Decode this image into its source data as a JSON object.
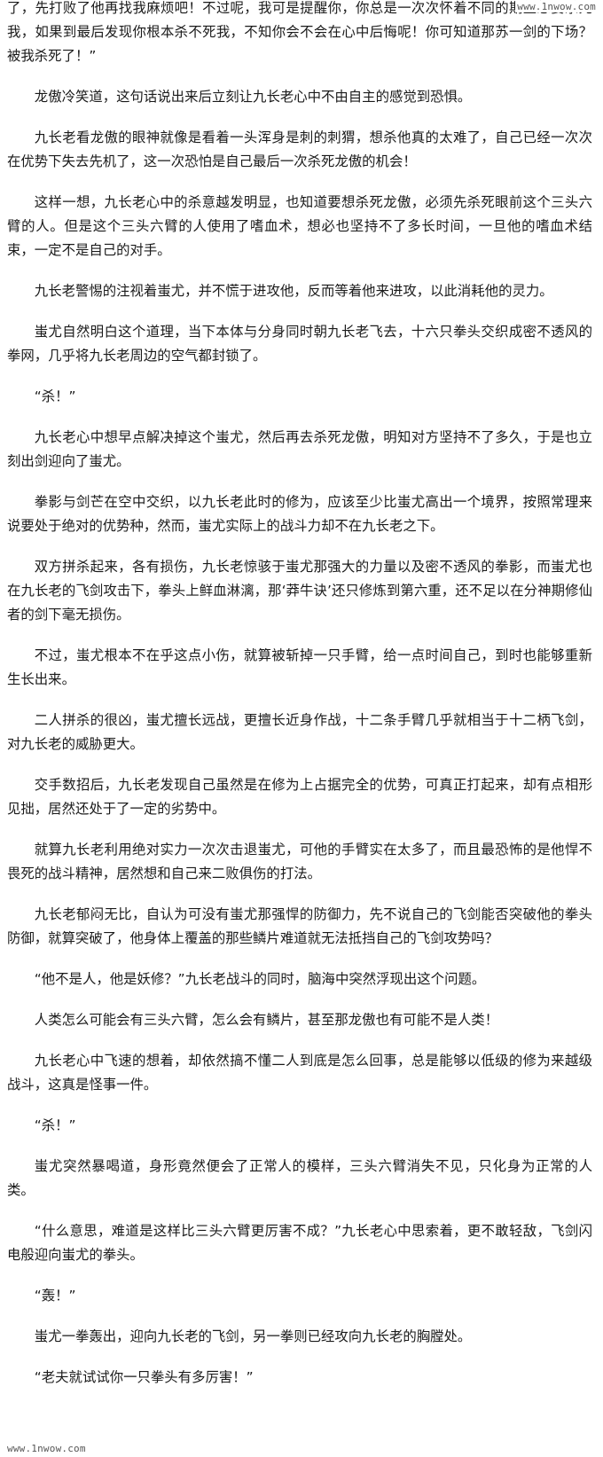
{
  "watermark": {
    "top": "www.1nwow.com",
    "bottom": "www.1nwow.com"
  },
  "paragraphs": [
    "了，先打败了他再找我麻烦吧！不过呢，我可是提醒你，你总是一次次怀着不同的期望想要杀死我，如果到最后发现你根本杀不死我，不知你会不会在心中后悔呢！你可知道那苏一剑的下场？被我杀死了！”",
    "龙傲冷笑道，这句话说出来后立刻让九长老心中不由自主的感觉到恐惧。",
    "九长老看龙傲的眼神就像是看着一头浑身是刺的刺猬，想杀他真的太难了，自己已经一次次在优势下失去先机了，这一次恐怕是自己最后一次杀死龙傲的机会！",
    "这样一想，九长老心中的杀意越发明显，也知道要想杀死龙傲，必须先杀死眼前这个三头六臂的人。但是这个三头六臂的人使用了嗜血术，想必也坚持不了多长时间，一旦他的嗜血术结束，一定不是自己的对手。",
    "九长老警惕的注视着蚩尤，并不慌于进攻他，反而等着他来进攻，以此消耗他的灵力。",
    "蚩尤自然明白这个道理，当下本体与分身同时朝九长老飞去，十六只拳头交织成密不透风的拳网，几乎将九长老周边的空气都封锁了。",
    "“杀！”",
    "九长老心中想早点解决掉这个蚩尤，然后再去杀死龙傲，明知对方坚持不了多久，于是也立刻出剑迎向了蚩尤。",
    "拳影与剑芒在空中交织，以九长老此时的修为，应该至少比蚩尤高出一个境界，按照常理来说要处于绝对的优势种，然而，蚩尤实际上的战斗力却不在九长老之下。",
    "双方拼杀起来，各有损伤，九长老惊骇于蚩尤那强大的力量以及密不透风的拳影，而蚩尤也在九长老的飞剑攻击下，拳头上鲜血淋漓，那‘莽牛诀’还只修炼到第六重，还不足以在分神期修仙者的剑下毫无损伤。",
    "不过，蚩尤根本不在乎这点小伤，就算被斩掉一只手臂，给一点时间自己，到时也能够重新生长出来。",
    "二人拼杀的很凶，蚩尤擅长远战，更擅长近身作战，十二条手臂几乎就相当于十二柄飞剑，对九长老的威胁更大。",
    "交手数招后，九长老发现自己虽然是在修为上占据完全的优势，可真正打起来，却有点相形见拙，居然还处于了一定的劣势中。",
    "就算九长老利用绝对实力一次次击退蚩尤，可他的手臂实在太多了，而且最恐怖的是他悍不畏死的战斗精神，居然想和自己来二败俱伤的打法。",
    "九长老郁闷无比，自认为可没有蚩尤那强悍的防御力，先不说自己的飞剑能否突破他的拳头防御，就算突破了，他身体上覆盖的那些鳞片难道就无法抵挡自己的飞剑攻势吗？",
    "“他不是人，他是妖修？”九长老战斗的同时，脑海中突然浮现出这个问题。",
    "人类怎么可能会有三头六臂，怎么会有鳞片，甚至那龙傲也有可能不是人类！",
    "九长老心中飞速的想着，却依然搞不懂二人到底是怎么回事，总是能够以低级的修为来越级战斗，这真是怪事一件。",
    "“杀！”",
    "蚩尤突然暴喝道，身形竟然便会了正常人的模样，三头六臂消失不见，只化身为正常的人类。",
    "“什么意思，难道是这样比三头六臂更厉害不成？”九长老心中思索着，更不敢轻敌，飞剑闪电般迎向蚩尤的拳头。",
    "“轰！”",
    "蚩尤一拳轰出，迎向九长老的飞剑，另一拳则已经攻向九长老的胸膛处。",
    "“老夫就试试你一只拳头有多厉害！”"
  ]
}
